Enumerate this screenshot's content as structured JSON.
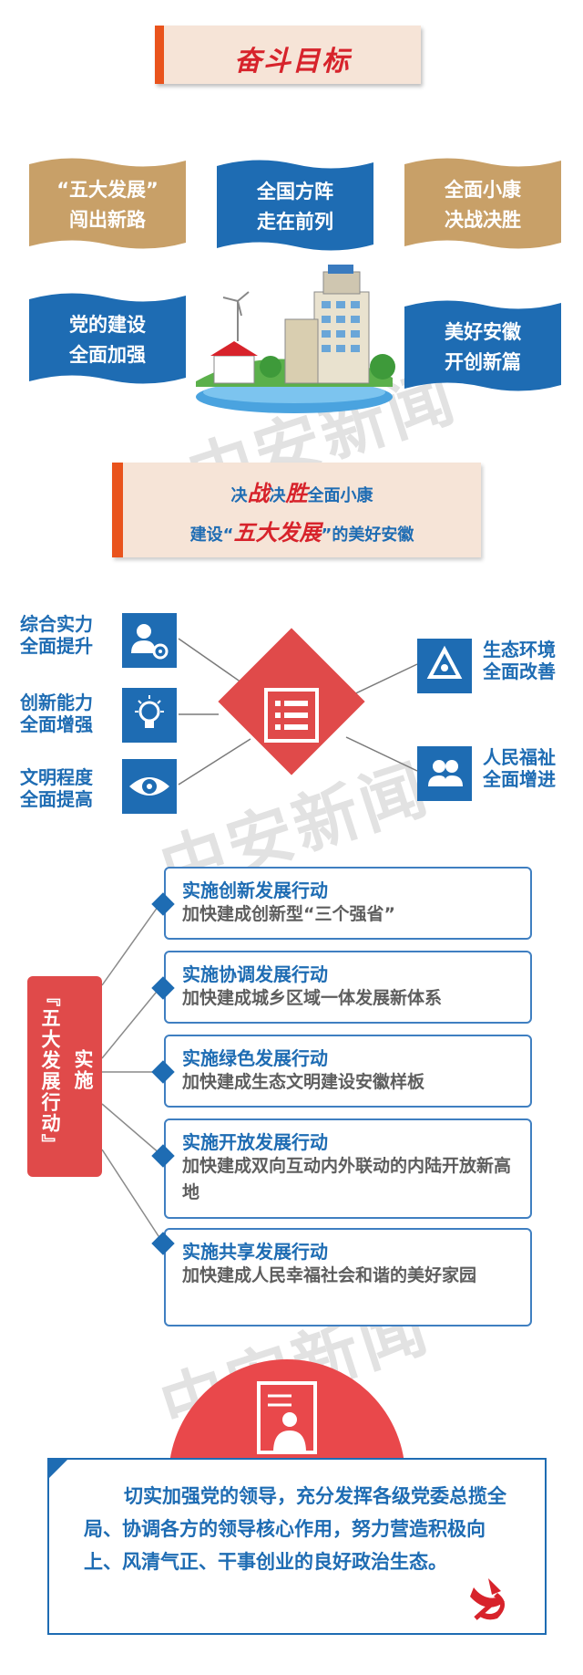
{
  "section1": {
    "title": "奋斗目标",
    "flags": [
      {
        "line1": "“五大发展”",
        "line2": "闯出新路",
        "color": "#c8a068"
      },
      {
        "line1": "全国方阵",
        "line2": "走在前列",
        "color": "#1e6cb3"
      },
      {
        "line1": "全面小康",
        "line2": "决战决胜",
        "color": "#c8a068"
      },
      {
        "line1": "党的建设",
        "line2": "全面加强",
        "color": "#1e6cb3"
      },
      {
        "line1": "美好安徽",
        "line2": "开创新篇",
        "color": "#1e6cb3"
      }
    ]
  },
  "slogan": {
    "l1_a": "决",
    "l1_b": "战",
    "l1_c": "决",
    "l1_d": "胜",
    "l1_e": "全面小康",
    "l2_a": "建设“",
    "l2_b": "五大发展",
    "l2_c": "”的美好安徽"
  },
  "section3": {
    "left": [
      {
        "t1": "综合实力",
        "t2": "全面提升",
        "icon": "person-gear-icon"
      },
      {
        "t1": "创新能力",
        "t2": "全面增强",
        "icon": "lightbulb-icon"
      },
      {
        "t1": "文明程度",
        "t2": "全面提高",
        "icon": "eye-icon"
      }
    ],
    "right": [
      {
        "t1": "生态环境",
        "t2": "全面改善",
        "icon": "recycle-icon"
      },
      {
        "t1": "人民福祉",
        "t2": "全面增进",
        "icon": "people-icon"
      }
    ],
    "center_icon": "list-icon"
  },
  "section4": {
    "vertical_main": "『五大发展行动』",
    "vertical_side": "实施",
    "actions": [
      {
        "h": "实施创新发展行动",
        "d": "加快建成创新型“三个强省”"
      },
      {
        "h": "实施协调发展行动",
        "d": "加快建成城乡区域一体发展新体系"
      },
      {
        "h": "实施绿色发展行动",
        "d": "加快建成生态文明建设安徽样板"
      },
      {
        "h": "实施开放发展行动",
        "d": "加快建成双向互动内外联动的内陆开放新高地"
      },
      {
        "h": "实施共享发展行动",
        "d": "加快建成人民幸福社会和谐的美好家园"
      }
    ]
  },
  "section5": {
    "paragraph": "切实加强党的领导，充分发挥各级党委总揽全局、协调各方的领导核心作用，努力营造积极向上、风清气正、干事创业的良好政治生态。",
    "icon": "party-emblem-icon",
    "top_icon": "document-person-icon"
  },
  "watermark": "中安新闻",
  "colors": {
    "blue": "#1e6cb3",
    "red": "#e04a4a",
    "gold": "#c8a068",
    "orange": "#e9531c"
  }
}
